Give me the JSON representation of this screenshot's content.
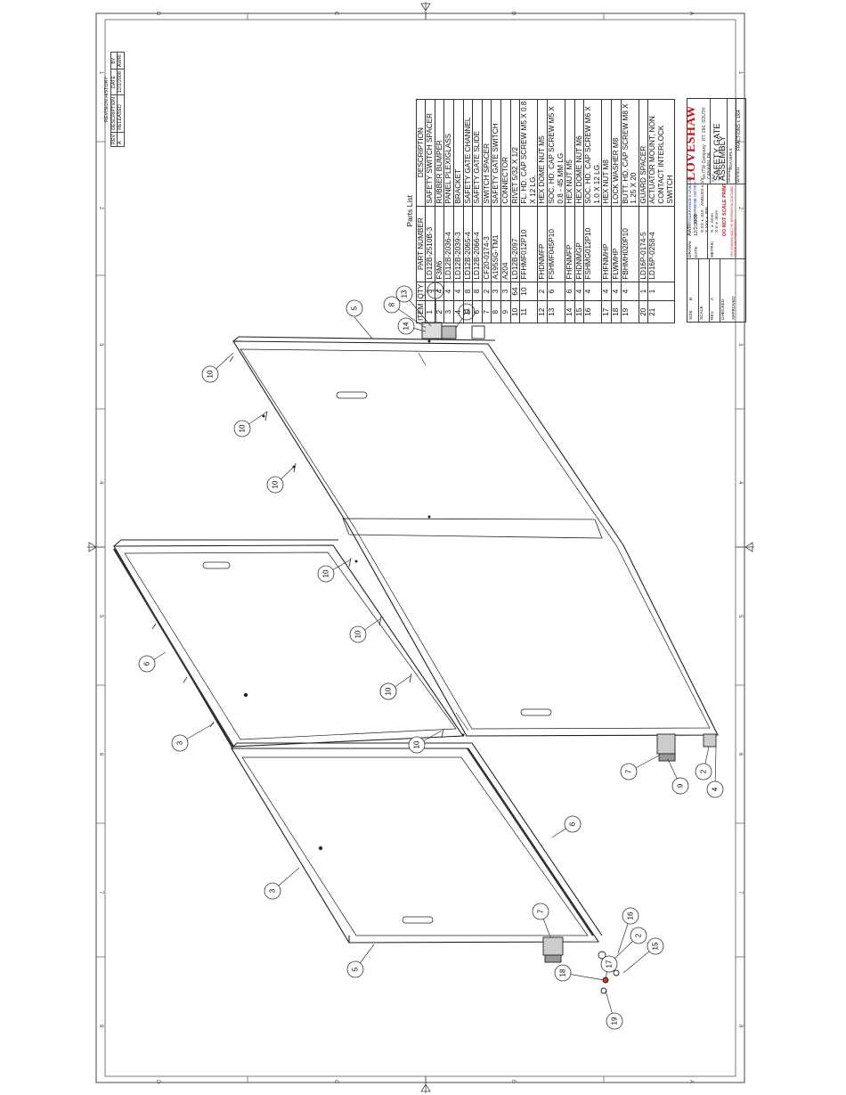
{
  "drawing": {
    "zones_vertical": [
      "D",
      "C",
      "B",
      "A"
    ],
    "zones_horizontal": [
      "1",
      "2",
      "3",
      "4",
      "5",
      "6",
      "7",
      "8"
    ]
  },
  "revision_history": {
    "title": "REVISION HISTORY",
    "headers": [
      "REV",
      "DESCRIPTION",
      "DATE",
      "BY"
    ],
    "rows": [
      [
        "A",
        "RELEASED",
        "12/2/2008",
        "AWRI"
      ]
    ]
  },
  "parts_list": {
    "title": "Parts List",
    "headers": [
      "ITEM",
      "QTY",
      "PART NUMBER",
      "DESCRIPTION"
    ],
    "rows": [
      {
        "item": "1",
        "qty": "3",
        "pn": "LD12B-2510B-3",
        "desc": [
          "SAFETY SWITCH SPACER"
        ]
      },
      {
        "item": "2",
        "qty": "4",
        "pn": "F3M6",
        "desc": [
          "RUBBER BUMPER"
        ]
      },
      {
        "item": "3",
        "qty": "4",
        "pn": "LD12B-2036-4",
        "desc": [
          "PANEL PLEXIGLASS"
        ]
      },
      {
        "item": "4",
        "qty": "4",
        "pn": "LD12B-2039-3",
        "desc": [
          "BRACKET"
        ]
      },
      {
        "item": "5",
        "qty": "8",
        "pn": "LD12B-2065-4",
        "desc": [
          "SAFETY GATE CHANNEL"
        ]
      },
      {
        "item": "6",
        "qty": "8",
        "pn": "LD12B-2066-4",
        "desc": [
          "SAFETY GATE SLIDE"
        ]
      },
      {
        "item": "7",
        "qty": "2",
        "pn": "CF20-0174-3",
        "desc": [
          "SWITCH SPACER"
        ]
      },
      {
        "item": "8",
        "qty": "3",
        "pn": "A195SG-TM1",
        "desc": [
          "SAFETY GATE SWITCH"
        ]
      },
      {
        "item": "9",
        "qty": "3",
        "pn": "A204",
        "desc": [
          "CONNECTOR"
        ]
      },
      {
        "item": "10",
        "qty": "64",
        "pn": "LD12B-2097",
        "desc": [
          "RIVET 5/32 X 1/2"
        ]
      },
      {
        "item": "11",
        "qty": "10",
        "pn": "FFHMF012P10",
        "desc": [
          "FL. HD. CAP SCREW M5 X 0.8",
          "X 12 LG."
        ]
      },
      {
        "item": "12",
        "qty": "2",
        "pn": "FHDNMFP",
        "desc": [
          "HEX DOME NUT M5"
        ]
      },
      {
        "item": "13",
        "qty": "6",
        "pn": "FSHMF045P10",
        "desc": [
          "SOC. HD. CAP SCREW M5 X",
          "0.8 - 45 MM LG"
        ]
      },
      {
        "item": "14",
        "qty": "6",
        "pn": "FHFNMFP",
        "desc": [
          "HEX NUT M5"
        ]
      },
      {
        "item": "15",
        "qty": "4",
        "pn": "FHDNMGP",
        "desc": [
          "HEX DOME NUT M6"
        ]
      },
      {
        "item": "16",
        "qty": "4",
        "pn": "FSHMG012P10",
        "desc": [
          "SOC. HD. CAP SCREW M6 X",
          "1.0 X 12 LG."
        ]
      },
      {
        "item": "17",
        "qty": "4",
        "pn": "FHFNMHP",
        "desc": [
          "HEX NUT M8"
        ]
      },
      {
        "item": "18",
        "qty": "4",
        "pn": "FLWMHP",
        "desc": [
          "LOCK WASHER M8"
        ]
      },
      {
        "item": "19",
        "qty": "4",
        "pn": "FBHMH020P10",
        "desc": [
          "BUTT. HD. CAP SCREW M8 X",
          "1.25 X 20"
        ]
      },
      {
        "item": "20",
        "qty": "1",
        "pn": "LD16P-0174-5",
        "desc": [
          "GUARD SPACER"
        ]
      },
      {
        "item": "21",
        "qty": "1",
        "pn": "LD16P-0258-4",
        "desc": [
          "ACTUATOR MOUNT, NON",
          "CONTACT INTERLOCK",
          "SWITCH"
        ]
      }
    ]
  },
  "title_block": {
    "company": "LOVESHAW",
    "company_tag": "an ITW Company",
    "address": "RT. 296, SOUTH CANAAN, PA",
    "title_label": "TITLE",
    "title": "SAFETY GATE ASSEMBLY",
    "drawing_number_label": "DRAWING",
    "drawing_number": "SGA16PLS",
    "material_label": "MATERIAL",
    "drawn_by_label": "DRAWN",
    "drawn_by": "AWRI",
    "date_label": "DATE",
    "date": "12/2/2008",
    "tolerance_note": [
      "TOLERANCES UNLESS",
      "OTHERWISE NOTED"
    ],
    "inch_tol": [
      "X.XX ± .010",
      "X.XXX ± .005",
      "ANGLES ± 1/2°"
    ],
    "metric_tol": [
      "X. ± .5mm",
      "X.X ± .3mm"
    ],
    "metric_label": "METRIC",
    "do_not_scale": "DO NOT SCALE PRINT",
    "fractions": "FRACTIONS ± 1/64",
    "proprietary": "THIS DRAWING AND THE INFORMATION CONTAINED HEREIN ARE PROPRIETARY",
    "size_label": "SIZE",
    "size": "B",
    "scale_label": "SCALE",
    "checked_label": "CHECKED",
    "approved_label": "APPROVED",
    "rev_label": "REV",
    "rev": "A"
  },
  "balloons": [
    "1",
    "2",
    "2",
    "3",
    "3",
    "4",
    "5",
    "5",
    "6",
    "6",
    "7",
    "7",
    "8",
    "9",
    "10",
    "10",
    "10",
    "10",
    "10",
    "10",
    "10",
    "10",
    "11",
    "13",
    "14",
    "15",
    "16",
    "17",
    "18",
    "19"
  ]
}
